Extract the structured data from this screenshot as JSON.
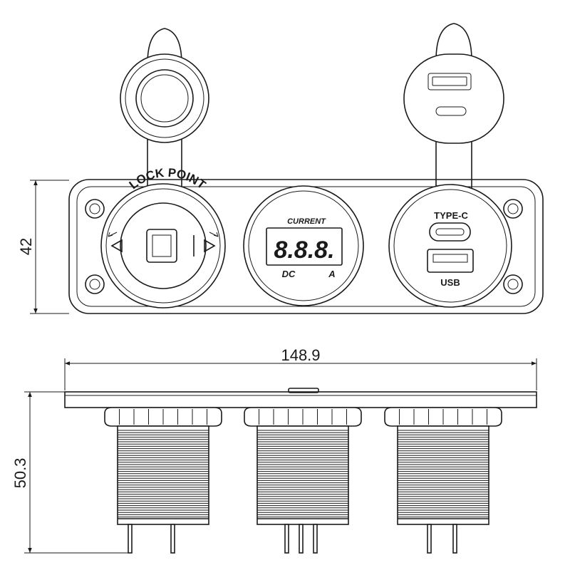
{
  "dimensions": {
    "height_front": "42",
    "width": "148.9",
    "depth_side": "50.3"
  },
  "sockets": {
    "lighter": {
      "ring_text": "LOCK POINT"
    },
    "voltmeter": {
      "header": "CURRENT",
      "display": "8.8.8.",
      "left_label": "DC",
      "right_label": "A"
    },
    "usb": {
      "top_label": "TYPE-C",
      "bottom_label": "USB"
    }
  },
  "colors": {
    "line": "#1a1a1a",
    "background": "#ffffff"
  }
}
